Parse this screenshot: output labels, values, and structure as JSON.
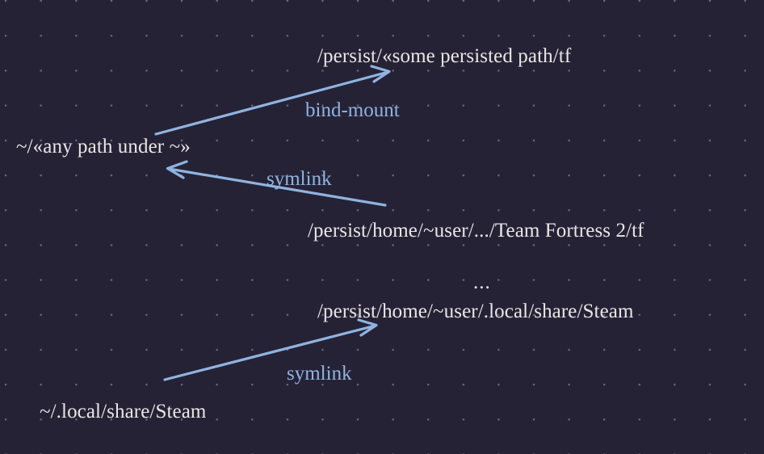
{
  "diagram": {
    "type": "filesystem-persistence-diagram",
    "background_color": "#262236",
    "text_color": "#e9e7e4",
    "accent_color": "#8fb4e0",
    "grid": "dotted",
    "nodes": [
      {
        "id": "persist-tf",
        "label": "/persist/«some persisted path/tf"
      },
      {
        "id": "any-path",
        "label": "~/«any path under ~»"
      },
      {
        "id": "tf2-tf",
        "label": "/persist/home/~user/.../Team Fortress 2/tf"
      },
      {
        "id": "persist-steam",
        "label": "/persist/home/~user/.local/share/Steam"
      },
      {
        "id": "home-steam",
        "label": "~/.local/share/Steam"
      }
    ],
    "edges": [
      {
        "id": "edge-bind-mount",
        "label": "bind-mount",
        "from": "any-path",
        "to": "persist-tf"
      },
      {
        "id": "edge-symlink-1",
        "label": "symlink",
        "from": "tf2-tf",
        "to": "any-path"
      },
      {
        "id": "edge-symlink-2",
        "label": "symlink",
        "from": "home-steam",
        "to": "persist-steam"
      }
    ],
    "ellipsis": "..."
  }
}
